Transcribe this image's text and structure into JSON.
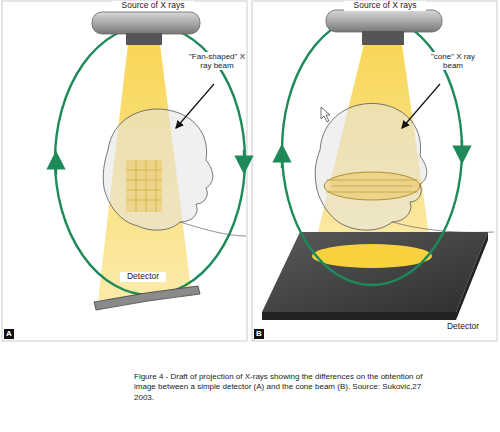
{
  "diagram": {
    "caption": "Figure 4 - Draft of projection of X-rays showing the differences on the obtention of image between a simple detector (A) and the cone beam (B). Source: Sukovic,27 2003.",
    "labels": [
      "Source of X rays",
      "\"Fan-shaped\" X ray beam",
      "Detector",
      "A",
      "Source of X rays",
      "\"cone\" X ray beam",
      "Detector",
      "B"
    ]
  }
}
